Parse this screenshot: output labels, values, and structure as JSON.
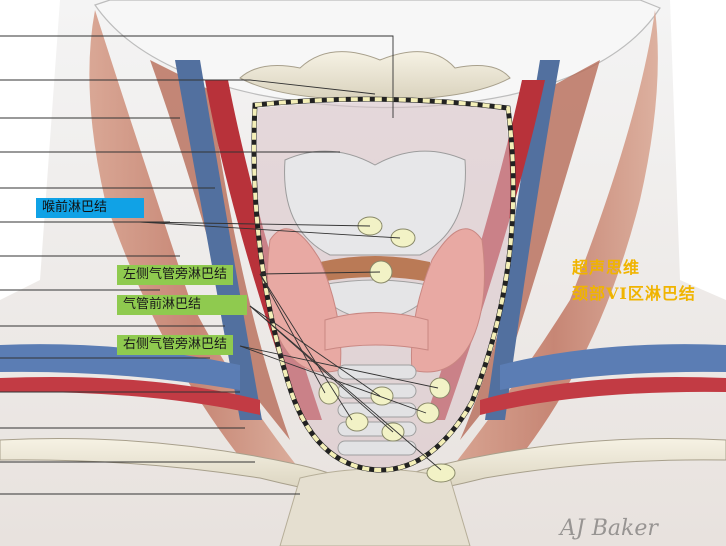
{
  "labels": {
    "prelaryngeal": "喉前淋巴结",
    "left_paratracheal": "左侧气管旁淋巴结",
    "pretracheal": "气管前淋巴结",
    "right_paratracheal": "右侧气管旁淋巴结"
  },
  "brand": {
    "line1": "超声思维",
    "line2": "颈部VI区淋巴结"
  },
  "signature": "AJ Baker",
  "colors": {
    "label_blue": "#10a2e6",
    "label_green": "#8fca4f",
    "brand_text": "#f0b400",
    "muscle": "#c9826d",
    "artery": "#b8323a",
    "vein": "#4f6fa8",
    "cartilage": "#e4e4e4",
    "thyroid": "#e8a9a3",
    "node": "#f2f2c6",
    "dashed_boundary": "#f4efb8"
  }
}
